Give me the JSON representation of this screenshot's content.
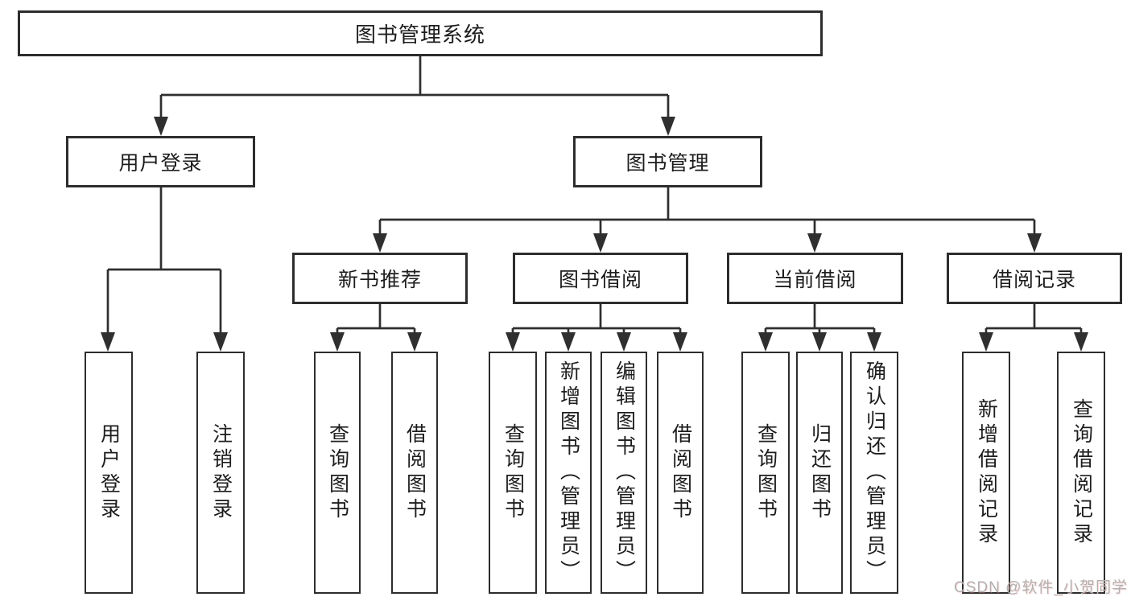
{
  "diagram_title": "图书管理系统",
  "tree": {
    "label": "图书管理系统",
    "children": [
      {
        "label": "用户登录",
        "children": [
          {
            "label": "用户登录"
          },
          {
            "label": "注销登录"
          }
        ]
      },
      {
        "label": "图书管理",
        "children": [
          {
            "label": "新书推荐",
            "children": [
              {
                "label": "查询图书"
              },
              {
                "label": "借阅图书"
              }
            ]
          },
          {
            "label": "图书借阅",
            "children": [
              {
                "label": "查询图书"
              },
              {
                "label": "新增图书（管理员）"
              },
              {
                "label": "编辑图书（管理员）"
              },
              {
                "label": "借阅图书"
              }
            ]
          },
          {
            "label": "当前借阅",
            "children": [
              {
                "label": "查询图书"
              },
              {
                "label": "归还图书"
              },
              {
                "label": "确认归还（管理员）"
              }
            ]
          },
          {
            "label": "借阅记录",
            "children": [
              {
                "label": "新增借阅记录"
              },
              {
                "label": "查询借阅记录"
              }
            ]
          }
        ]
      }
    ]
  },
  "watermark": "CSDN @软件_小贺同学",
  "colors": {
    "line": "#2f2f2f",
    "box_border": "#2d2d2d",
    "box_fill": "#ffffff",
    "text": "#1d1d1d",
    "watermark": "#b1b1b1"
  }
}
